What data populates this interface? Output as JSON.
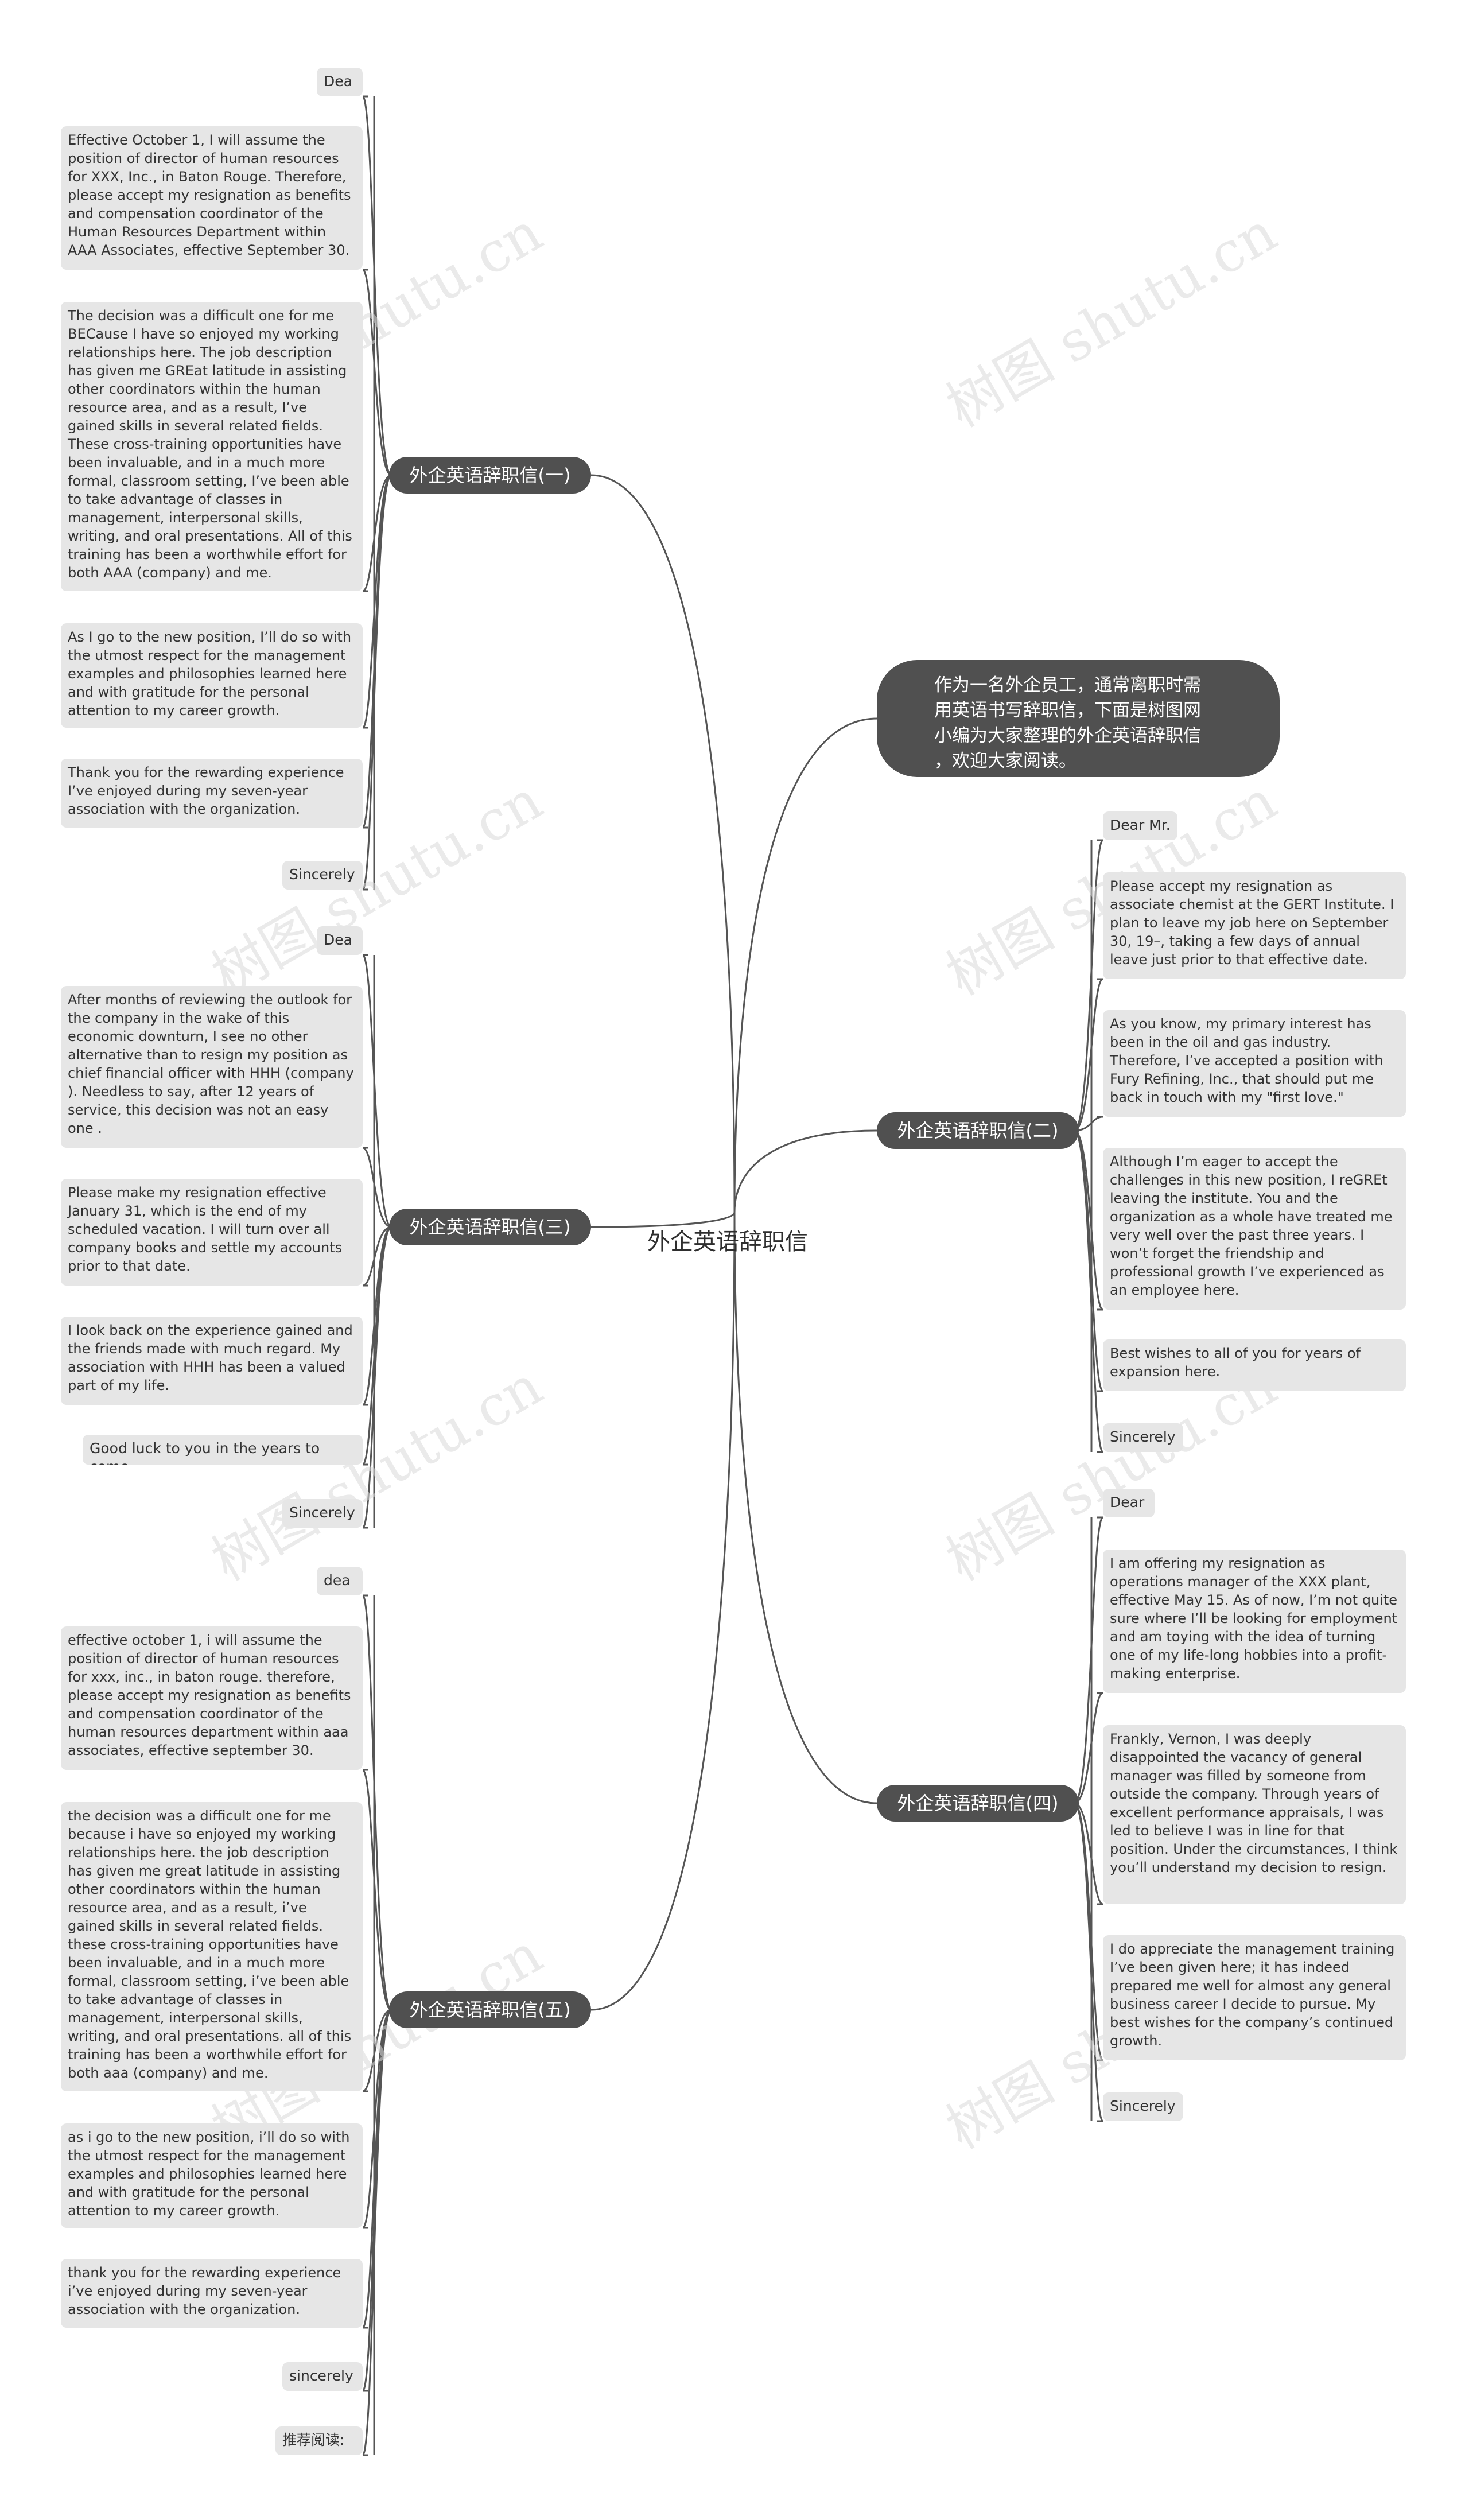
{
  "root": "外企英语辞职信",
  "intro": "作为一名外企员工，通常离职时需\n用英语书写辞职信，下面是树图网\n小编为大家整理的外企英语辞职信\n，欢迎大家阅读。",
  "watermark": "树图 shutu.cn",
  "colors": {
    "branch": "#505050",
    "leaf": "#e6e6e6",
    "line": "#555555"
  },
  "branches": [
    {
      "id": "b1",
      "label": "外企英语辞职信(一)",
      "leaves": [
        "Dear",
        "Effective October 1, I will assume the position of director of human  resources for XXX, Inc., in Baton Rouge. Therefore, please accept my resignation  as benefits and compensation coordinator of the Human Resources Department  within AAA Associates, effective September 30.",
        "The decision was a difficult one for me BECause I have so enjoyed my  working relationships here. The job description has given me GREat latitude in  assisting other coordinators within the human resource area, and as a result,  I’ve gained skills in several related fields. These cross-training opportunities  have been invaluable, and in a much more formal, classroom setting, I’ve been able to take advantage of classes in management, interpersonal skills, writing,  and oral presentations. All of this training has been a worthwhile effort for both AAA (company) and me.",
        "As I go to the new position, I’ll do so with the utmost respect for the management examples and philosophies learned here and with gratitude for the personal attention to my career growth.",
        "Thank you for the rewarding experience I’ve enjoyed during my seven-year association with the organization.",
        "Sincerely,"
      ]
    },
    {
      "id": "b2",
      "label": "外企英语辞职信(二)",
      "leaves": [
        "Dear Mr.",
        "Please accept my resignation as associate  chemist at the GERT Institute. I  plan to leave my job here on September 30, 19–, taking a few days of annual  leave just prior to that effective date.",
        "As you know, my primary interest has been in the oil and gas industry. Therefore, I’ve accepted a position with Fury Refining, Inc., that should put me back in touch with my \"first love.\"",
        "Although I’m eager to accept the challenges in this new position, I reGREt leaving the institute. You and the organization as a whole have treated me very  well over the past three years. I won’t forget the friendship and professional  growth I’ve experienced as an employee here.",
        "Best wishes to all of you for years of expansion here.",
        "Sincerely,"
      ]
    },
    {
      "id": "b3",
      "label": "外企英语辞职信(三)",
      "leaves": [
        "Dear",
        "After months of reviewing the outlook for the company in the wake of this economic downturn, I see no other alternative than to resign my position as chief financial officer with HHH (company ). Needless to say, after 12 years of service, this decision was not an easy one .",
        "Please make my resignation effective January 31, which is the end of my scheduled vacation. I will turn over all company books and settle my accounts prior to that date.",
        "I look back on the experience gained and  the friends made with much regard.  My association with HHH has been a valued part of my life.",
        "Good luck to you in the years to come.",
        "Sincerely,"
      ]
    },
    {
      "id": "b4",
      "label": "外企英语辞职信(四)",
      "leaves": [
        "Dear",
        "I am offering my resignation as operations manager of the XXX plant, effective May 15. As of now, I’m not quite sure where I’ll be looking for employment and am toying with the idea of turning one of my life-long hobbies into a profit-making enterprise.",
        "Frankly, Vernon, I was deeply disappointed the vacancy of general manager  was filled by someone from outside the company. Through years of excellent  performance appraisals, I was led to believe I was in line for that position.  Under the circumstances, I think you’ll understand my decision to resign.",
        "I do appreciate the management training I’ve been given here; it has indeed prepared me well for almost any general business career I decide to pursue. My best wishes for the company’s continued growth.",
        "Sincerely,"
      ]
    },
    {
      "id": "b5",
      "label": "外企英语辞职信(五)",
      "leaves": [
        "dear",
        "effective october 1, i will assume the position of director of human  resources for xxx, inc., in baton rouge. therefore, please accept my resignation  as benefits and compensation coordinator of the human resources department  within aaa associates, effective september 30.",
        "the decision was a difficult one for me because i have so enjoyed my  working relationships here. the job description has given me great latitude in  assisting other coordinators within the human resource area, and as a result,  i’ve gained skills in several related fields. these cross-training opportunities  have been invaluable, and in a much more formal, classroom setting, i’ve been able to take advantage of classes in management, interpersonal skills, writing,  and oral presentations. all of this training has been a worthwhile effort for both aaa (company) and me.",
        "as i go to the new position, i’ll do so with the utmost respect for the management examples and philosophies learned here and with gratitude for the personal attention to my career growth.",
        "thank you for the rewarding experience i’ve enjoyed during my seven-year association with the organization.",
        "sincerely,",
        "推荐阅读:"
      ]
    }
  ]
}
